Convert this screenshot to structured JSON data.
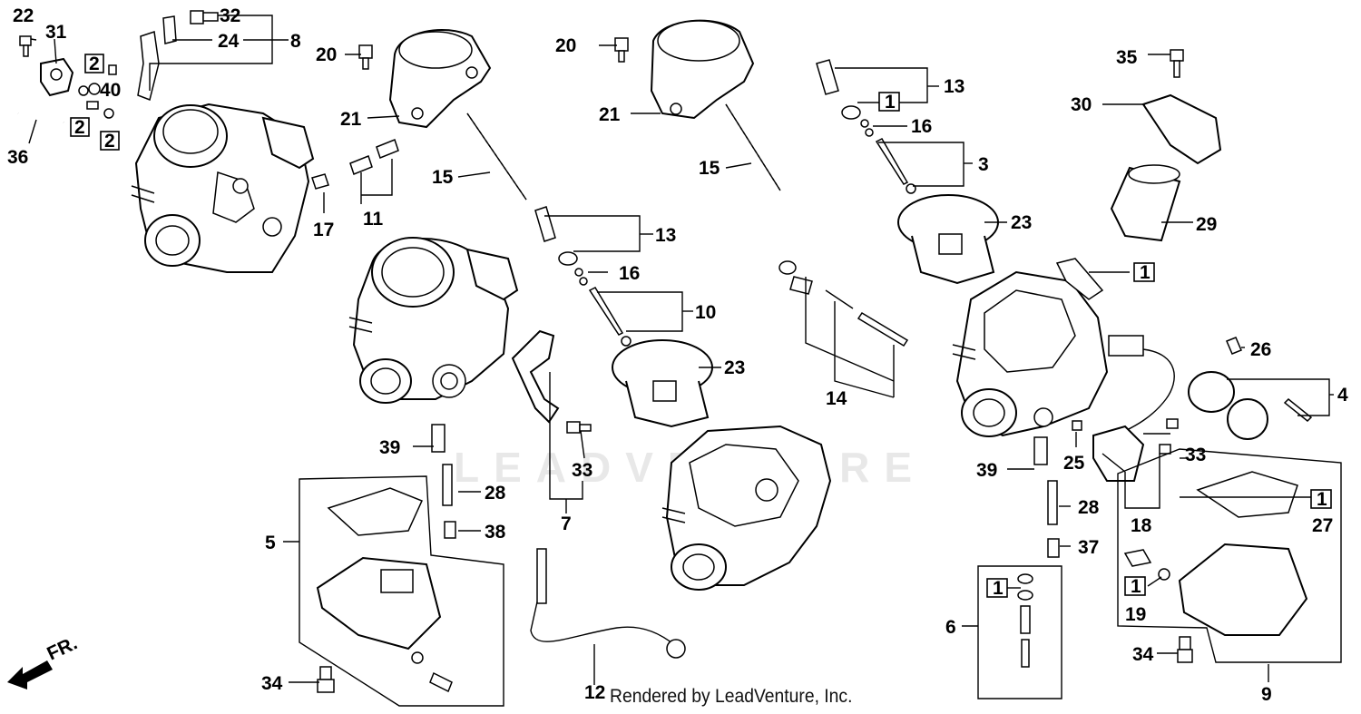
{
  "footer": "Rendered by LeadVenture, Inc.",
  "watermark": "LEADVENTURE",
  "direction_label": "FR.",
  "callouts": [
    {
      "id": "c1",
      "text": "22"
    },
    {
      "id": "c2",
      "text": "31"
    },
    {
      "id": "c3",
      "text": "32"
    },
    {
      "id": "c4",
      "text": "24"
    },
    {
      "id": "c5",
      "text": "8"
    },
    {
      "id": "c6",
      "text": "40"
    },
    {
      "id": "c7",
      "text": "36"
    },
    {
      "id": "c8",
      "text": "20"
    },
    {
      "id": "c9",
      "text": "21"
    },
    {
      "id": "c10",
      "text": "15"
    },
    {
      "id": "c11",
      "text": "17"
    },
    {
      "id": "c12",
      "text": "11"
    },
    {
      "id": "c13",
      "text": "20"
    },
    {
      "id": "c14",
      "text": "21"
    },
    {
      "id": "c15",
      "text": "15"
    },
    {
      "id": "c16",
      "text": "13"
    },
    {
      "id": "c17",
      "text": "16"
    },
    {
      "id": "c18",
      "text": "10"
    },
    {
      "id": "c19",
      "text": "23"
    },
    {
      "id": "c20",
      "text": "13"
    },
    {
      "id": "c21",
      "text": "16"
    },
    {
      "id": "c22",
      "text": "3"
    },
    {
      "id": "c23",
      "text": "23"
    },
    {
      "id": "c24",
      "text": "35"
    },
    {
      "id": "c25",
      "text": "30"
    },
    {
      "id": "c26",
      "text": "29"
    },
    {
      "id": "c27",
      "text": "14"
    },
    {
      "id": "c28",
      "text": "26"
    },
    {
      "id": "c29",
      "text": "4"
    },
    {
      "id": "c30",
      "text": "39"
    },
    {
      "id": "c31",
      "text": "28"
    },
    {
      "id": "c32",
      "text": "38"
    },
    {
      "id": "c33",
      "text": "5"
    },
    {
      "id": "c34",
      "text": "33"
    },
    {
      "id": "c35",
      "text": "7"
    },
    {
      "id": "c36",
      "text": "34"
    },
    {
      "id": "c37",
      "text": "12"
    },
    {
      "id": "c38",
      "text": "39"
    },
    {
      "id": "c39",
      "text": "25"
    },
    {
      "id": "c40",
      "text": "33"
    },
    {
      "id": "c41",
      "text": "28"
    },
    {
      "id": "c42",
      "text": "37"
    },
    {
      "id": "c43",
      "text": "18"
    },
    {
      "id": "c44",
      "text": "27"
    },
    {
      "id": "c45",
      "text": "6"
    },
    {
      "id": "c46",
      "text": "19"
    },
    {
      "id": "c47",
      "text": "34"
    },
    {
      "id": "c48",
      "text": "9"
    }
  ],
  "boxed_refs": [
    {
      "id": "b1",
      "text": "2"
    },
    {
      "id": "b2",
      "text": "2"
    },
    {
      "id": "b3",
      "text": "2"
    },
    {
      "id": "b4",
      "text": "1"
    },
    {
      "id": "b5",
      "text": "1"
    },
    {
      "id": "b6",
      "text": "1"
    },
    {
      "id": "b7",
      "text": "1"
    },
    {
      "id": "b8",
      "text": "1"
    }
  ]
}
